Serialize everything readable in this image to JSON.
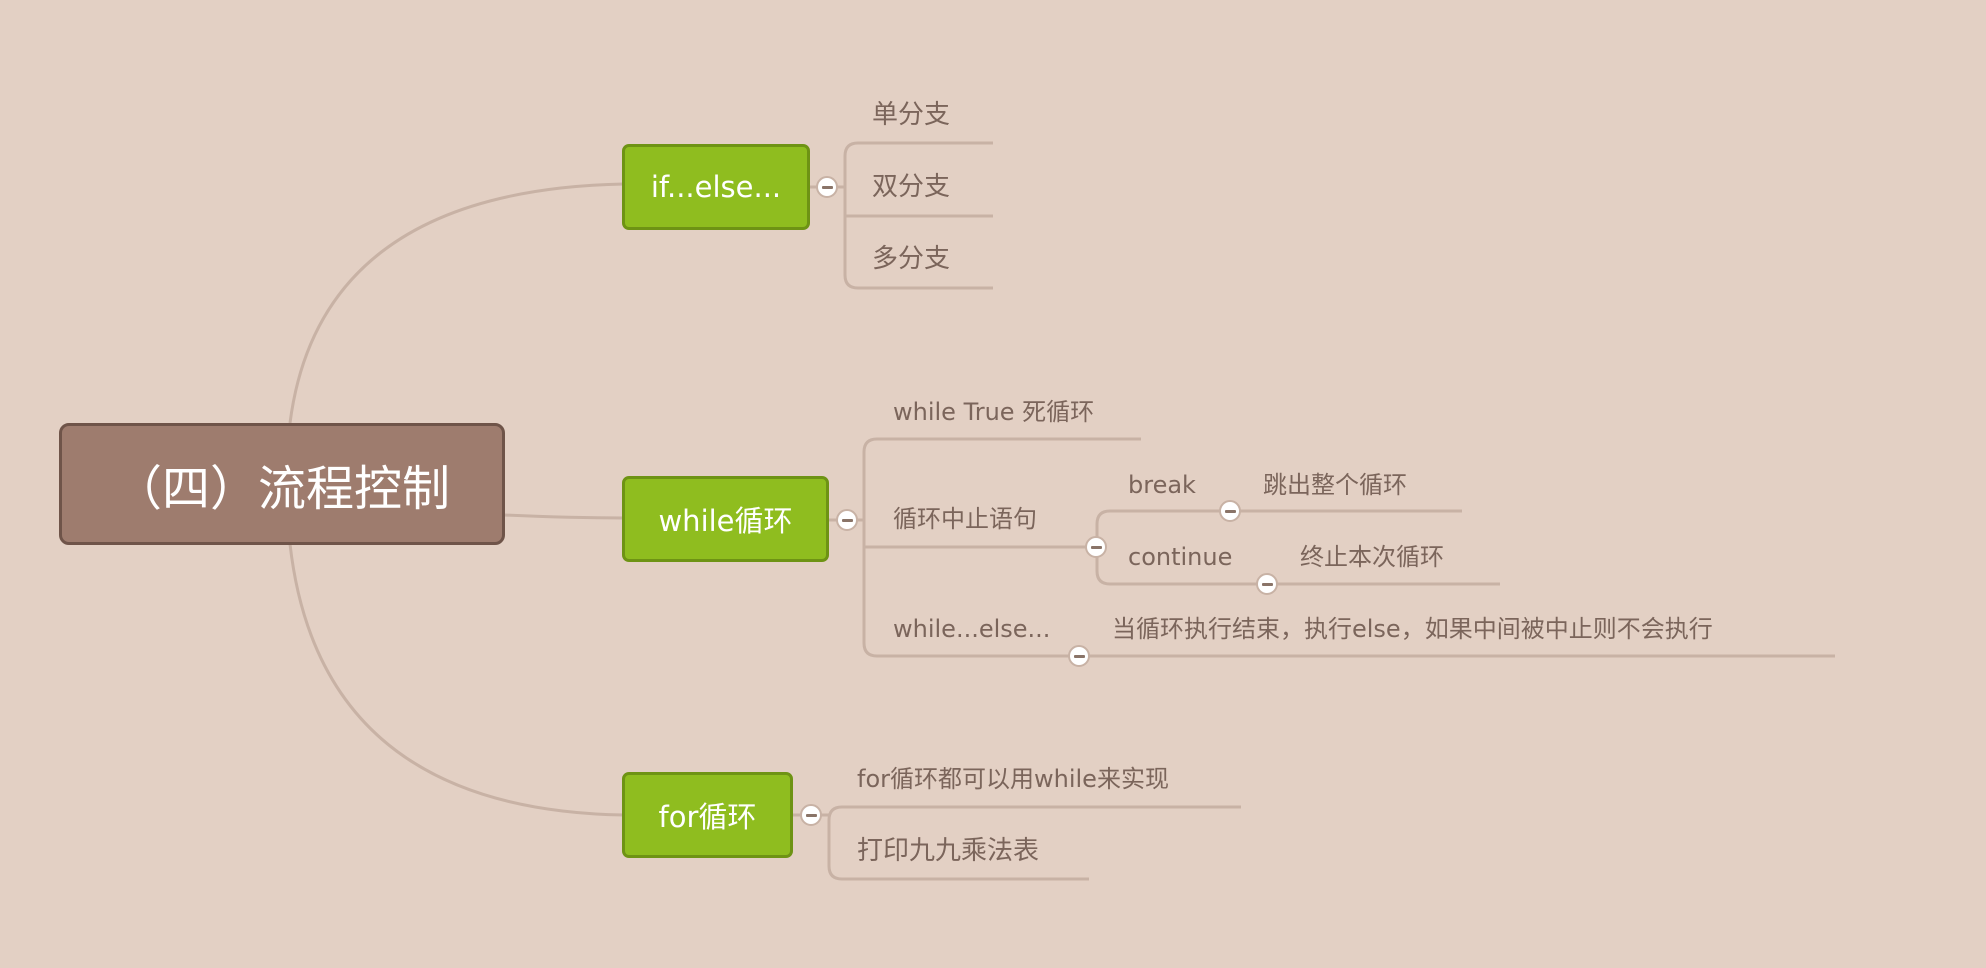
{
  "root": {
    "label": "（四）流程控制"
  },
  "branches": {
    "ifelse": {
      "label": "if...else...",
      "children": {
        "single": "单分支",
        "double": "双分支",
        "multi": "多分支"
      }
    },
    "while": {
      "label": "while循环",
      "children": {
        "dead_loop": "while True 死循环",
        "interrupt": "循环中止语句",
        "break": "break",
        "break_desc": "跳出整个循环",
        "continue": "continue",
        "continue_desc": "终止本次循环",
        "while_else": "while...else...",
        "while_else_desc": "当循环执行结束，执行else，如果中间被中止则不会执行"
      }
    },
    "for": {
      "label": "for循环",
      "children": {
        "note": "for循环都可以用while来实现",
        "table": "打印九九乘法表"
      }
    }
  },
  "colors": {
    "background": "#e3d0c4",
    "root_fill": "#9e7c6e",
    "branch_fill": "#8fbd1f",
    "connector": "#c8b2a5",
    "leaf_text": "#7b655b"
  },
  "icons": {
    "collapse": "minus-circle-icon"
  }
}
